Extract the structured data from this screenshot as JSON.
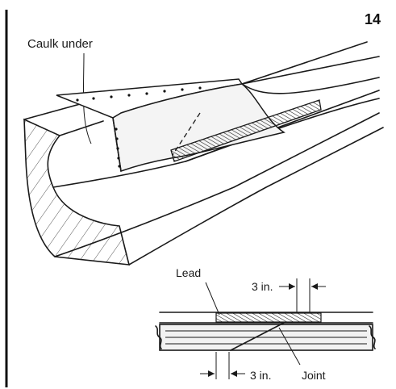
{
  "page_number": "14",
  "labels": {
    "caulk_under": "Caulk under",
    "lead": "Lead",
    "dim_top": "3 in.",
    "dim_bottom": "3 in.",
    "joint": "Joint"
  }
}
